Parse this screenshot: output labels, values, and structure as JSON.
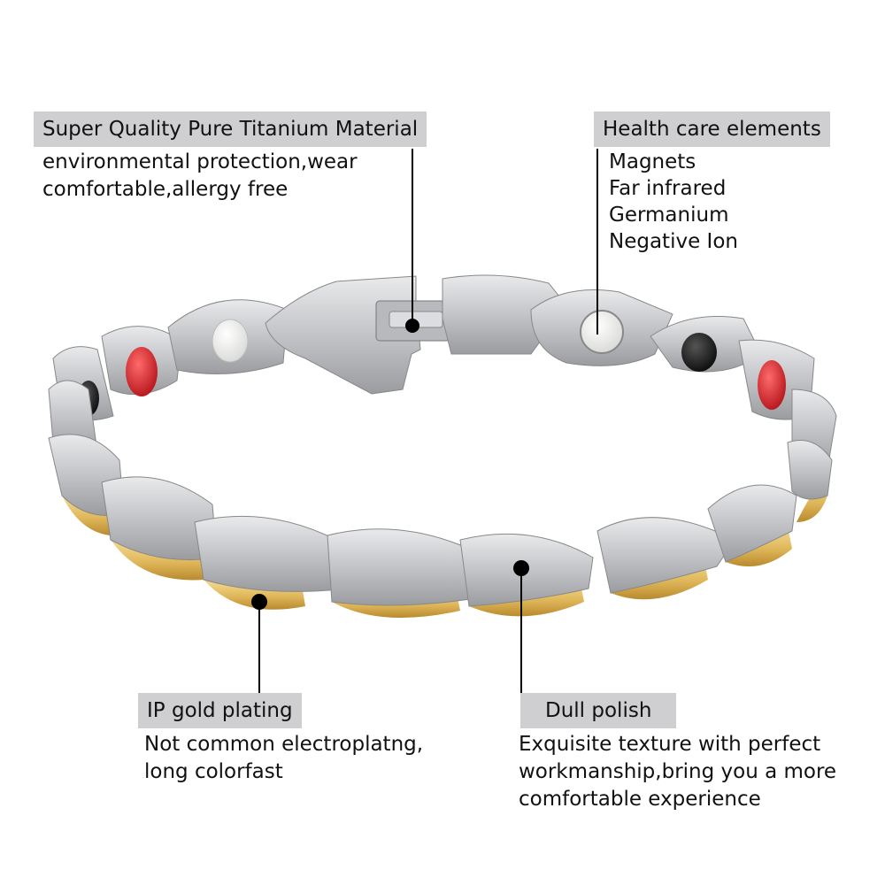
{
  "callouts": {
    "titanium": {
      "title": "Super Quality Pure Titanium Material",
      "lines": [
        "environmental protection,wear",
        "comfortable,allergy free"
      ]
    },
    "health": {
      "title": "Health care elements",
      "lines": [
        "Magnets",
        "Far infrared",
        "Germanium",
        "Negative Ion"
      ]
    },
    "gold": {
      "title": "IP gold plating",
      "lines": [
        "Not common electroplatng,",
        "long colorfast"
      ]
    },
    "polish": {
      "title": "Dull polish",
      "lines": [
        "Exquisite texture with perfect",
        "workmanship,bring you a more",
        "comfortable experience"
      ]
    }
  },
  "colors": {
    "label_bg": "#cfcfd1",
    "silver": "#c4c5c8",
    "gold": "#e2bd62",
    "magnet_red": "#d8232a",
    "magnet_black": "#161616",
    "magnet_white": "#f6f6f4"
  }
}
